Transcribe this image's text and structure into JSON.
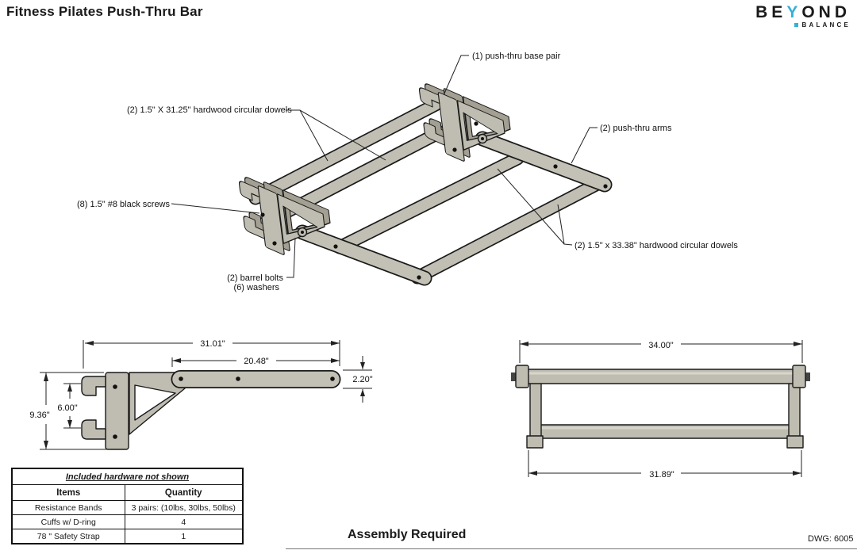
{
  "header": {
    "title": "Fitness Pilates Push-Thru Bar"
  },
  "logo": {
    "be": "BE",
    "y": "Y",
    "ond": "OND",
    "balance": "BALANCE",
    "accent_color": "#35b0d9"
  },
  "iso": {
    "labels": {
      "base_pair": "(1) push-thru base pair",
      "short_dowels": "(2) 1.5\" X 31.25\" hardwood circular dowels",
      "arms": "(2) push-thru arms",
      "screws": "(8) 1.5\" #8 black screws",
      "long_dowels": "(2) 1.5\" x 33.38\" hardwood circular dowels",
      "barrel_bolts": "(2) barrel bolts",
      "washers": "(6) washers"
    }
  },
  "side": {
    "dims": {
      "overall_width": "31.01\"",
      "arm_length": "20.48\"",
      "arm_thickness": "2.20\"",
      "overall_height": "9.36\"",
      "hook_spacing": "6.00\""
    }
  },
  "front": {
    "dims": {
      "overall_width": "34.00\"",
      "base_width": "31.89\""
    }
  },
  "hardware_table": {
    "title": "Included hardware not shown",
    "columns": [
      "Items",
      "Quantity"
    ],
    "rows": [
      [
        "Resistance Bands",
        "3 pairs: (10lbs, 30lbs, 50lbs)"
      ],
      [
        "Cuffs w/ D-ring",
        "4"
      ],
      [
        "78 \" Safety Strap",
        "1"
      ]
    ]
  },
  "footer": {
    "assembly_note": "Assembly Required",
    "drawing_number": "DWG: 6005"
  },
  "colors": {
    "part_fill": "#bfbdb1",
    "part_shadow": "#a39f93",
    "outline": "#1a1a1a",
    "accent": "#35b0d9"
  }
}
